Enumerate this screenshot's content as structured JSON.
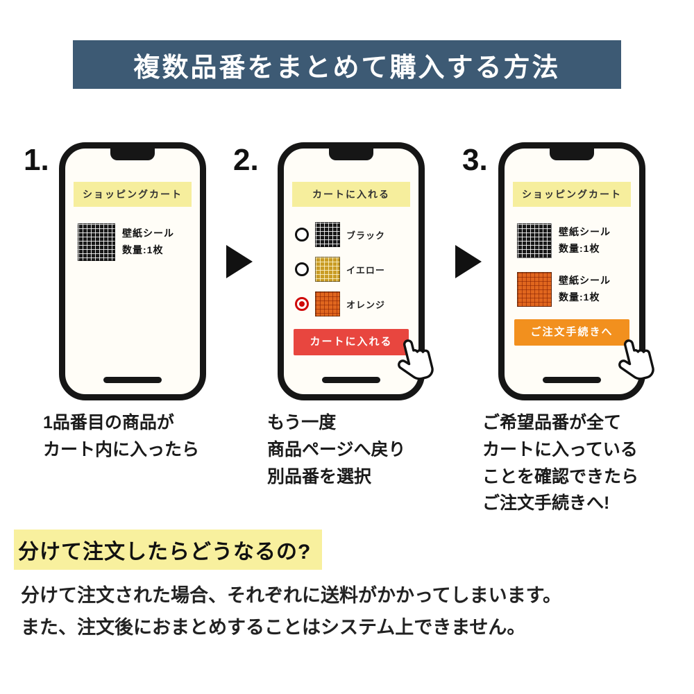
{
  "header": {
    "title": "複数品番をまとめて購入する方法"
  },
  "steps": [
    {
      "number": "1.",
      "phone": {
        "banner": "ショッピングカート",
        "items": [
          {
            "swatch": "black",
            "name": "壁紙シール",
            "qty": "数量:1枚"
          }
        ]
      },
      "caption": "1品番目の商品が\nカート内に入ったら"
    },
    {
      "number": "2.",
      "phone": {
        "banner": "カートに入れる",
        "options": [
          {
            "label": "ブラック",
            "swatch": "black",
            "selected": false
          },
          {
            "label": "イエロー",
            "swatch": "yellow",
            "selected": false
          },
          {
            "label": "オレンジ",
            "swatch": "orange",
            "selected": true
          }
        ],
        "button": "カートに入れる",
        "button_color": "#e8463f"
      },
      "caption": "もう一度\n商品ページへ戻り\n別品番を選択"
    },
    {
      "number": "3.",
      "phone": {
        "banner": "ショッピングカート",
        "items": [
          {
            "swatch": "black",
            "name": "壁紙シール",
            "qty": "数量:1枚"
          },
          {
            "swatch": "orange",
            "name": "壁紙シール",
            "qty": "数量:1枚"
          }
        ],
        "button": "ご注文手続きへ",
        "button_color": "#f2901e"
      },
      "caption": "ご希望品番が全て\nカートに入っている\nことを確認できたら\nご注文手続きへ!"
    }
  ],
  "footer": {
    "question": "分けて注文したらどうなるの?",
    "answer_line1": "分けて注文された場合、それぞれに送料がかかってしまいます。",
    "answer_line2": "また、注文後におまとめすることはシステム上できません。"
  },
  "icons": {
    "arrow_right": "right-pointing-triangle",
    "hand_cursor": "pointing-hand",
    "radio_selected": "red-filled-radio",
    "radio_unselected": "empty-radio"
  },
  "colors": {
    "header_bg": "#3d5a74",
    "phone_banner_bg": "#f6ee9d",
    "add_to_cart_red": "#e8463f",
    "checkout_orange": "#f2901e",
    "highlight_yellow": "#f8f09e",
    "radio_selected_red": "#cf0a0a",
    "swatch_black": "#181818",
    "swatch_yellow": "#c99c25",
    "swatch_orange": "#e0661e"
  }
}
